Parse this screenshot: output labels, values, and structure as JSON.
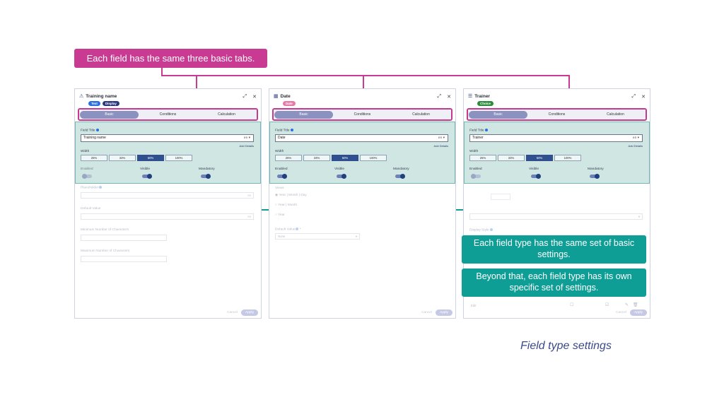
{
  "callouts": {
    "tabs": "Each field has the same three basic tabs.",
    "basic": "Each field type has the same set of basic settings.",
    "specific": "Beyond that, each field type has its own specific set of settings."
  },
  "caption": "Field type settings",
  "colors": {
    "pink": "#c93a92",
    "teal": "#0f9e95",
    "basic_highlight": "#cfe6e3"
  },
  "common": {
    "tabs": [
      "Basic",
      "Conditions",
      "Calculation"
    ],
    "field_title_label": "Field Title",
    "lang": "en",
    "add_details": "Add Details",
    "width_label": "Width",
    "widths": [
      "25%",
      "33%",
      "50%",
      "100%"
    ],
    "selected_width": "50%",
    "toggles": [
      "Enabled",
      "Visible",
      "Mandatory"
    ],
    "cancel": "Cancel",
    "apply": "Apply",
    "close_icon": "close-icon",
    "expand_icon": "expand-icon"
  },
  "panels": [
    {
      "title": "Training name",
      "icon": "text-icon",
      "badges": [
        {
          "text": "Text",
          "color": "#2a6fdb"
        },
        {
          "text": "Display",
          "color": "#2b3a7a"
        }
      ],
      "field_title_value": "Training name",
      "extra": {
        "placeholder": "Placeholder",
        "default_value": "Default Value",
        "min_chars": "Minimum Number of Characters",
        "max_chars": "Maximum Number of Characters"
      }
    },
    {
      "title": "Date",
      "icon": "calendar-icon",
      "badges": [
        {
          "text": "Date",
          "color": "#e87aa8"
        }
      ],
      "field_title_value": "Date",
      "extra": {
        "views": "Views",
        "option1": "Year | Month | Day",
        "option2": "Year | Month",
        "option3": "Year",
        "default_value": "Default Value",
        "default_select": "None"
      }
    },
    {
      "title": "Trainer",
      "icon": "choice-icon",
      "badges": [
        {
          "text": "Choice",
          "color": "#2e8b3e"
        }
      ],
      "field_title_value": "Trainer",
      "extra": {
        "display_style": "Display Style",
        "row_label": "Edit"
      }
    }
  ]
}
